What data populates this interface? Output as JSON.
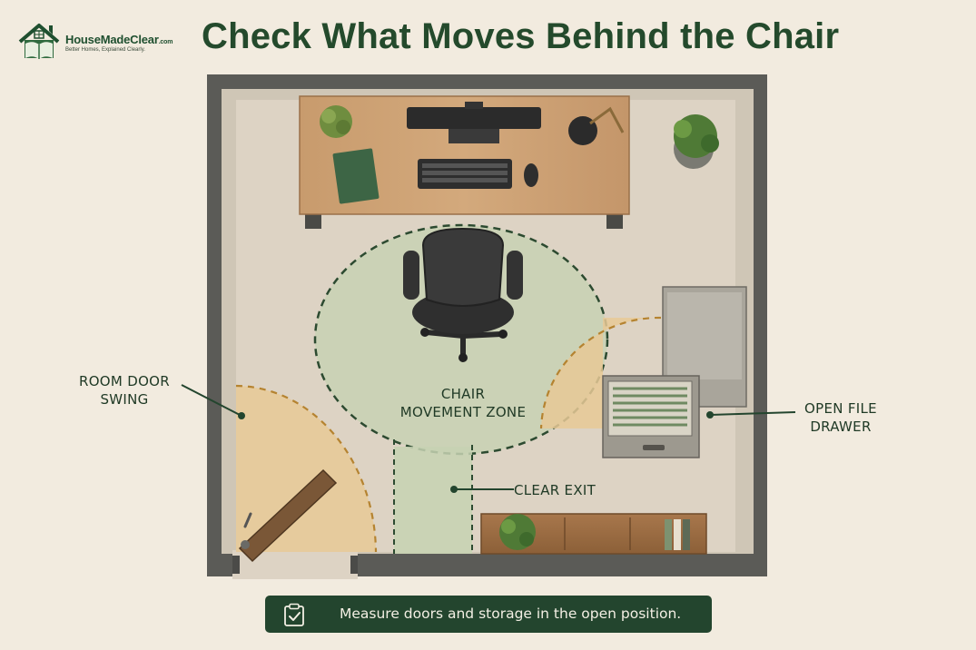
{
  "brand": {
    "name": "HouseMadeClear",
    "tld": ".com",
    "tagline": "Better Homes, Explained Clearly."
  },
  "title": "Check What Moves Behind the Chair",
  "labels": {
    "room_door_swing": "ROOM DOOR\nSWING",
    "chair_zone": "CHAIR\nMOVEMENT ZONE",
    "clear_exit": "CLEAR EXIT",
    "open_file_drawer": "OPEN FILE\nDRAWER"
  },
  "tip": {
    "icon": "clipboard-check-icon",
    "text": "Measure doors and storage in the open position."
  },
  "colors": {
    "title_green": "#244a2c",
    "banner_green": "#23452e",
    "zone_green": "#c7d2b3",
    "swing_tan": "#e8c996",
    "floor": "#ddd3c4"
  }
}
